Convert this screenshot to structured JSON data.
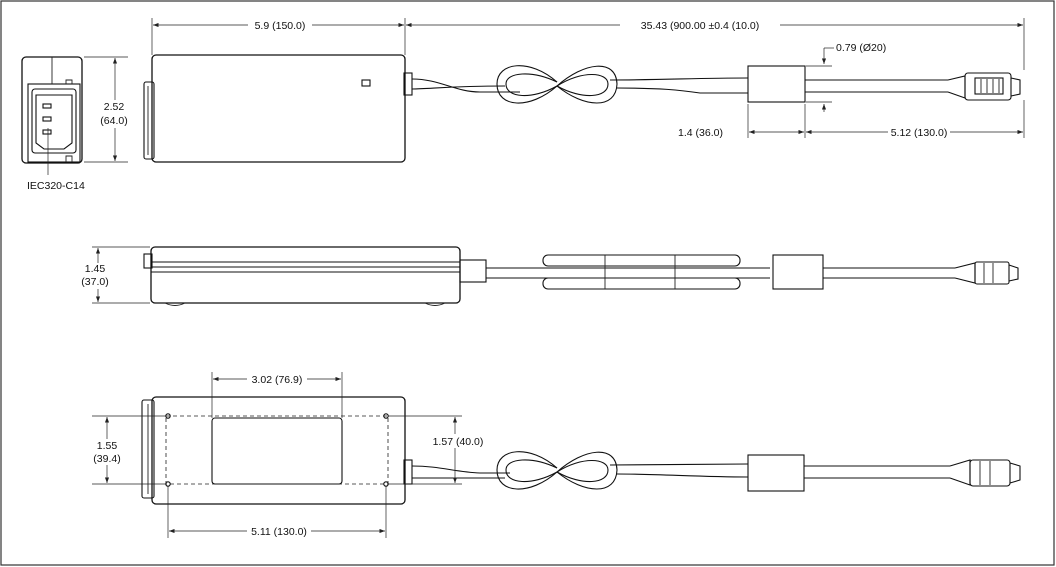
{
  "labels": {
    "top_length": "5.9 (150.0)",
    "cord_length": "35.43 (900.00 ±0.4 (10.0)",
    "ferrite_dia": "0.79 (Ø20)",
    "ferrite_len": "1.4 (36.0)",
    "ferrite_to_plug": "5.12 (130.0)",
    "height_in": "2.52",
    "height_mm": "(64.0)",
    "inlet_type": "IEC320-C14",
    "side_h_in": "1.45",
    "side_h_mm": "(37.0)",
    "label_w": "3.02 (76.9)",
    "bottom_h_in": "1.55",
    "bottom_h_mm": "(39.4)",
    "hole_span_v": "1.57 (40.0)",
    "hole_span_h": "5.11 (130.0)"
  }
}
